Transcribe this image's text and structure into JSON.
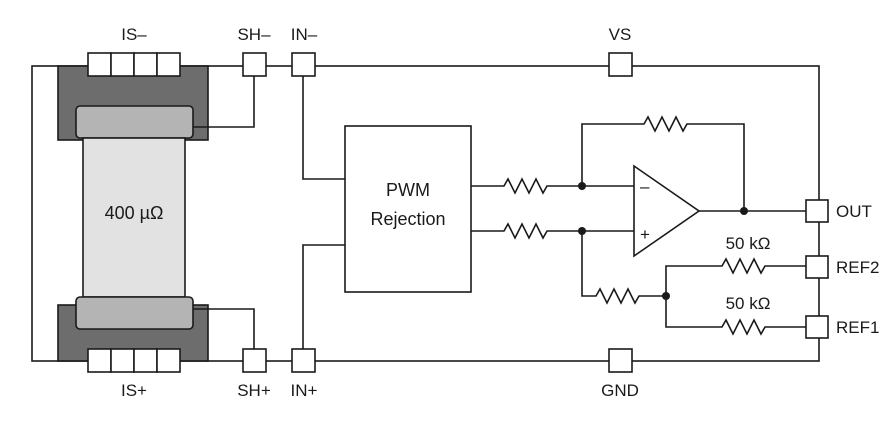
{
  "pins": {
    "is_minus": "IS–",
    "sh_minus": "SH–",
    "in_minus": "IN–",
    "vs": "VS",
    "is_plus": "IS+",
    "sh_plus": "SH+",
    "in_plus": "IN+",
    "gnd": "GND",
    "out": "OUT",
    "ref2": "REF2",
    "ref1": "REF1"
  },
  "shunt": {
    "value": "400 µΩ"
  },
  "pwm_block": {
    "line1": "PWM",
    "line2": "Rejection"
  },
  "amp": {
    "minus": "–",
    "plus": "+"
  },
  "resistors": {
    "ref2_value": "50 kΩ",
    "ref1_value": "50 kΩ"
  },
  "colors": {
    "copper_dark": "#6d6d6d",
    "copper_light": "#b4b4b4",
    "shunt_body": "#e2e2e2",
    "line": "#1a1a1a"
  }
}
